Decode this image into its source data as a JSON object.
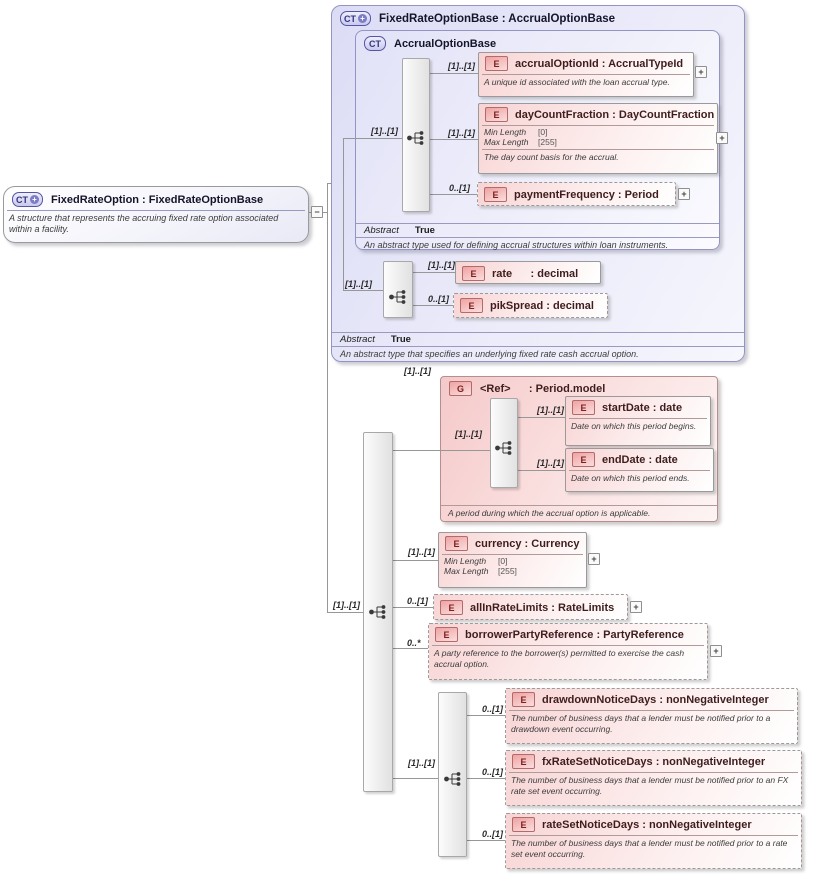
{
  "icons": {
    "expand": "+",
    "collapse": "−",
    "badge_plus": "+"
  },
  "nodes": {
    "fixedRateOption": {
      "badge": "CT",
      "title": "FixedRateOption : FixedRateOptionBase",
      "annotation": "A structure that represents the accruing fixed rate option associated within a facility."
    },
    "fixedRateOptionBase": {
      "badge": "CT",
      "title": "FixedRateOptionBase : AccrualOptionBase",
      "abstract_label": "Abstract",
      "abstract_value": "True",
      "annotation": "An abstract type that specifies an underlying fixed rate cash accrual option."
    },
    "accrualOptionBase": {
      "badge": "CT",
      "title": "AccrualOptionBase",
      "abstract_label": "Abstract",
      "abstract_value": "True",
      "annotation": "An abstract type used for defining accrual structures within loan instruments."
    },
    "accrualOptionId": {
      "badge": "E",
      "title": "accrualOptionId : AccrualTypeId",
      "cardinality": "[1]..[1]",
      "annotation": "A unique id associated with the loan accrual type."
    },
    "dayCountFraction": {
      "badge": "E",
      "title": "dayCountFraction : DayCountFraction",
      "cardinality": "[1]..[1]",
      "facets": [
        {
          "name": "Min Length",
          "value": "[0]"
        },
        {
          "name": "Max Length",
          "value": "[255]"
        }
      ],
      "annotation": "The day count basis for the accrual."
    },
    "paymentFrequency": {
      "badge": "E",
      "title": "paymentFrequency : Period",
      "cardinality": "0..[1]"
    },
    "rate": {
      "badge": "E",
      "title": "rate      : decimal",
      "cardinality": "[1]..[1]"
    },
    "pikSpread": {
      "badge": "E",
      "title": "pikSpread : decimal",
      "cardinality": "0..[1]"
    },
    "periodModel": {
      "badge": "G",
      "title": "<Ref>      : Period.model",
      "cardinality": "[1]..[1]",
      "seq_cardinality": "[1]..[1]",
      "annotation": "A period during which the accrual option is applicable."
    },
    "startDate": {
      "badge": "E",
      "title": "startDate : date",
      "cardinality": "[1]..[1]",
      "annotation": "Date on which this period begins."
    },
    "endDate": {
      "badge": "E",
      "title": "endDate : date",
      "cardinality": "[1]..[1]",
      "annotation": "Date on which this period ends."
    },
    "currency": {
      "badge": "E",
      "title": "currency : Currency",
      "cardinality": "[1]..[1]",
      "facets": [
        {
          "name": "Min Length",
          "value": "[0]"
        },
        {
          "name": "Max Length",
          "value": "[255]"
        }
      ]
    },
    "allInRateLimits": {
      "badge": "E",
      "title": "allInRateLimits : RateLimits",
      "cardinality": "0..[1]"
    },
    "borrowerPartyReference": {
      "badge": "E",
      "title": "borrowerPartyReference : PartyReference",
      "cardinality": "0..*",
      "annotation": "A party reference to the borrower(s) permitted to exercise the cash accrual option."
    },
    "drawdownNoticeDays": {
      "badge": "E",
      "title": "drawdownNoticeDays : nonNegativeInteger",
      "cardinality": "0..[1]",
      "annotation": "The number of business days that a lender must be notified prior to a drawdown event occurring."
    },
    "fxRateSetNoticeDays": {
      "badge": "E",
      "title": "fxRateSetNoticeDays : nonNegativeInteger",
      "cardinality": "0..[1]",
      "annotation": "The number of business days that a lender must be notified prior to an FX rate set event occurring."
    },
    "rateSetNoticeDays": {
      "badge": "E",
      "title": "rateSetNoticeDays : nonNegativeInteger",
      "cardinality": "0..[1]",
      "annotation": "The number of business days that a lender must be notified prior to a rate set event occurring."
    }
  },
  "sequences": {
    "accrualBase": "[1]..[1]",
    "extension": "[1]..[1]",
    "main": "[1]..[1]",
    "notice": "[1]..[1]"
  }
}
